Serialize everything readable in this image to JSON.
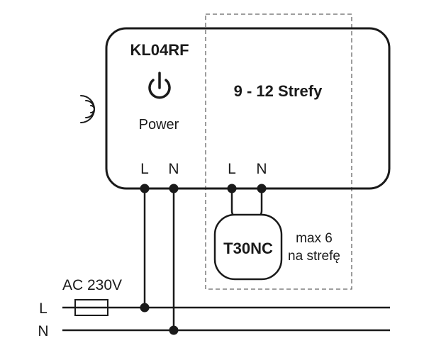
{
  "device": {
    "model": "KL04RF",
    "power_label": "Power",
    "zones_label": "9 - 12 Strefy",
    "icons": [
      "power-icon",
      "wireless-signal-icon"
    ]
  },
  "terminals": {
    "main_l": "L",
    "main_n": "N",
    "zone_l": "L",
    "zone_n": "N"
  },
  "actuator": {
    "name": "T30NC",
    "note_line1": "max 6",
    "note_line2": "na strefę"
  },
  "supply": {
    "voltage": "AC 230V",
    "line_l": "L",
    "line_n": "N"
  },
  "colors": {
    "stroke": "#1a1a1a",
    "dashed": "#666666",
    "background": "#ffffff"
  }
}
